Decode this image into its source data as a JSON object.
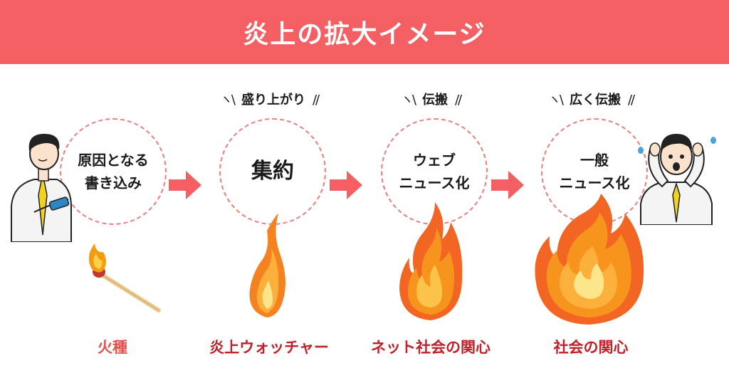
{
  "header": {
    "title": "炎上の拡大イメージ"
  },
  "colors": {
    "header_bg": "#f45f63",
    "label_light": "#e0504e",
    "label_dark": "#c0212a",
    "circle_border": "#ef7b7b",
    "arrow": "#f45f63"
  },
  "stages": [
    {
      "caption": "",
      "circle_lines": [
        "原因となる",
        "書き込み"
      ],
      "label": "火種",
      "art": "match-icon",
      "figure": "man-with-smartphone"
    },
    {
      "caption": "盛り上がり",
      "circle_lines": [
        "集約"
      ],
      "label": "炎上ウォッチャー",
      "art": "small-flame-icon"
    },
    {
      "caption": "伝搬",
      "circle_lines": [
        "ウェブ",
        "ニュース化"
      ],
      "label": "ネット社会の関心",
      "art": "medium-flame-icon"
    },
    {
      "caption": "広く伝搬",
      "circle_lines": [
        "一般",
        "ニュース化"
      ],
      "label": "社会の関心",
      "art": "large-flame-icon",
      "figure": "shocked-man"
    }
  ],
  "arrows": [
    "arrow-right-icon",
    "arrow-right-icon",
    "arrow-right-icon"
  ]
}
